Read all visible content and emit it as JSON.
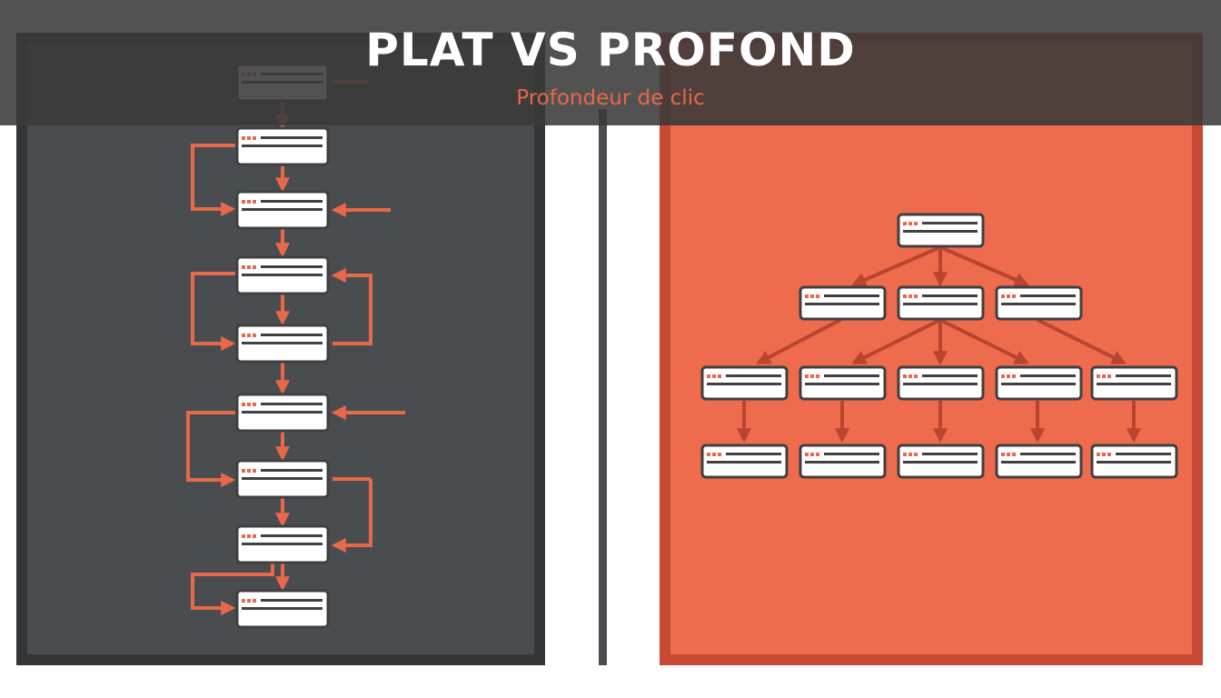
{
  "header": {
    "title": "PLAT VS PROFOND",
    "subtitle": "Profondeur de clic"
  },
  "colors": {
    "accent": "#e8684a",
    "dark_panel": "#4a4d50",
    "dark_border": "#333537",
    "orange_panel": "#ee6b4d",
    "orange_border": "#c84a34",
    "node_fill": "#ffffff",
    "node_border": "#404040"
  },
  "left_panel": {
    "structure": "linear-chain",
    "node_count": 9
  },
  "right_panel": {
    "structure": "tree",
    "levels": [
      1,
      3,
      5,
      5
    ]
  }
}
